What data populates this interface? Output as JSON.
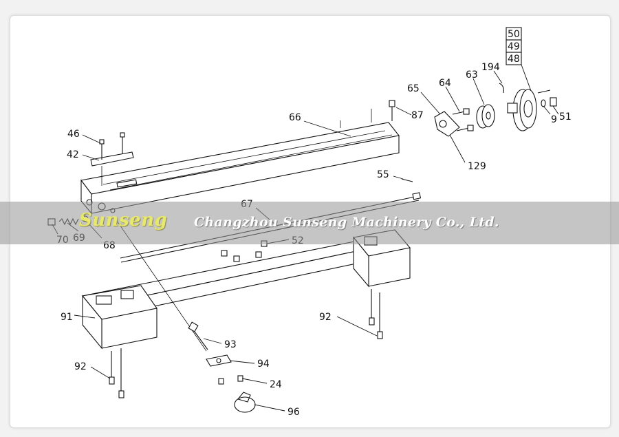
{
  "watermark": {
    "brand": "Sunseng",
    "company": "Changzhou Sunseng Machinery Co., Ltd."
  },
  "callouts": {
    "c50": "50",
    "c49": "49",
    "c48": "48",
    "c194": "194",
    "c63": "63",
    "c64": "64",
    "c65": "65",
    "c87": "87",
    "c66": "66",
    "c9": "9",
    "c51": "51",
    "c129": "129",
    "c46": "46",
    "c42": "42",
    "c55": "55",
    "c67": "67",
    "c70": "70",
    "c69": "69",
    "c68": "68",
    "c52": "52",
    "c91": "91",
    "c92a": "92",
    "c93": "93",
    "c94": "94",
    "c92b": "92",
    "c24": "24",
    "c96": "96"
  },
  "colors": {
    "band": "#969696",
    "brand": "#e8e86a",
    "company": "#ffffff",
    "ink": "#111111"
  }
}
